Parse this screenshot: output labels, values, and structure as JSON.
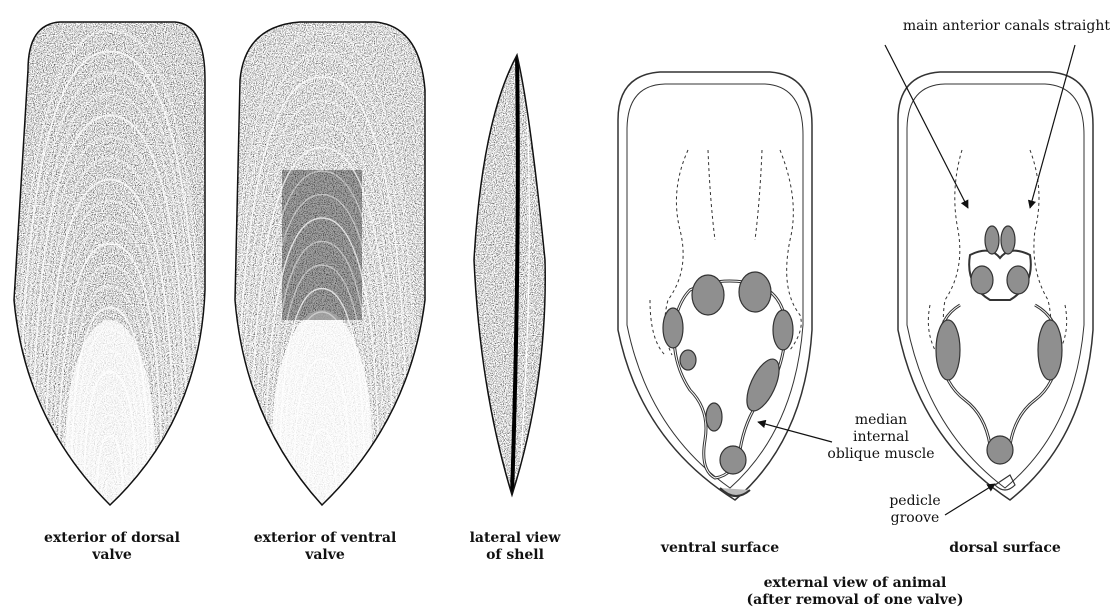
{
  "captions": {
    "dorsal_valve": "exterior of dorsal\nvalve",
    "ventral_valve": "exterior of ventral\nvalve",
    "lateral": "lateral view\nof shell",
    "ventral_surface": "ventral surface",
    "dorsal_surface": "dorsal surface",
    "animal": "external view of animal\n(after removal of one valve)"
  },
  "annotations": {
    "canals": "main anterior canals straight",
    "muscle": "median\ninternal\noblique muscle",
    "pedicle": "pedicle\ngroove"
  },
  "colors": {
    "muscle_fill": "#8f8f8f",
    "outline": "#333333",
    "shell_dark": "#111111"
  }
}
